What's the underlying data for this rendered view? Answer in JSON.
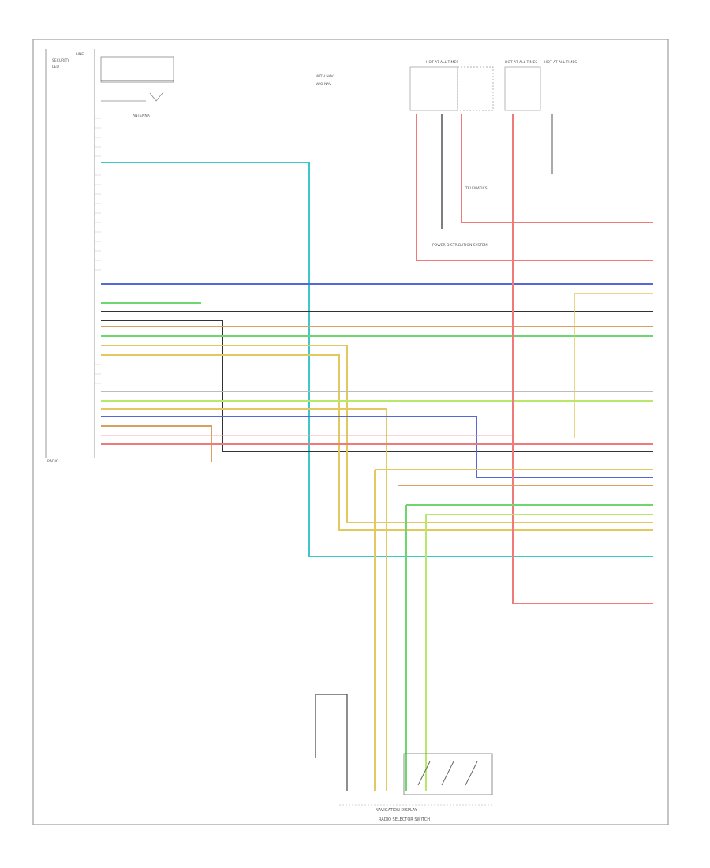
{
  "radio_block": {
    "top_label": [
      "LINE",
      "SECURITY",
      "LED"
    ],
    "antenna_label": "ANTENNA",
    "radio_label": "RADIO"
  },
  "legend": [
    "WITH NAV",
    "W/O NAV"
  ],
  "top_connectors": [
    {
      "label": "HOT AT ALL TIMES",
      "fuse": ""
    },
    {
      "label": "HOT AT ALL TIMES",
      "fuse": ""
    },
    {
      "label": "HOT AT ALL TIMES",
      "fuse": ""
    }
  ],
  "annotations": {
    "ground_distribution": "POWER DISTRIBUTION SYSTEM",
    "telematics": "TELEMATICS",
    "bottom_module": "NAVIGATION DISPLAY",
    "bottom_caption": "RADIO SELECTOR SWITCH",
    "corner_code": ""
  },
  "colors": {
    "frame": "#8a8a8a",
    "red": "#f07a7a",
    "cyan": "#3fc6c6",
    "blue": "#5568d8",
    "dark": "#333333",
    "orange": "#d8a060",
    "green": "#6ed66e",
    "yellow": "#e3c860",
    "lime": "#b8e86a",
    "lightblue": "#9fb0ee",
    "gray": "#bcbcbc",
    "pink": "#f5a5b5"
  }
}
